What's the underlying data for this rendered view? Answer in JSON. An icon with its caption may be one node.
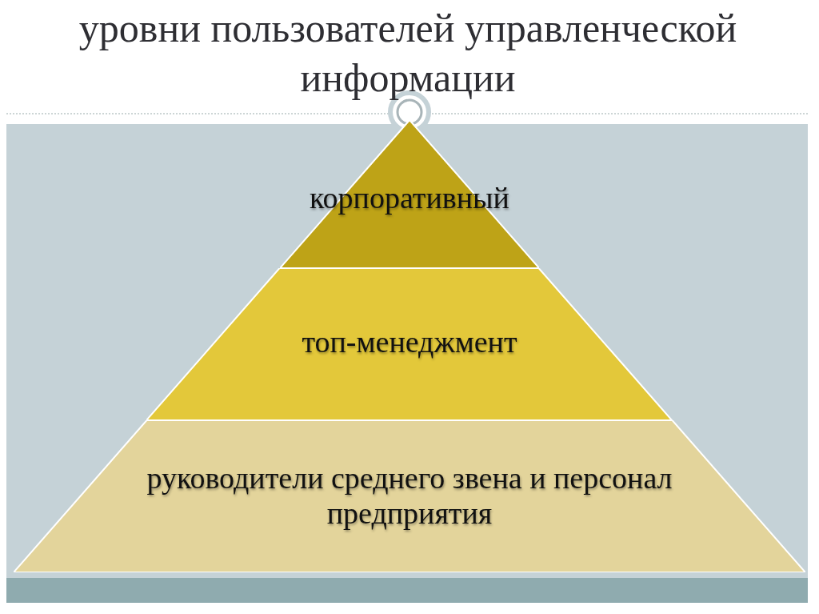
{
  "diagram": {
    "title": "уровни пользователей управленческой информации",
    "nodes": [
      {
        "text": [
          "корпоративный"
        ]
      },
      {
        "text": [
          "топ-менеджмент"
        ]
      },
      {
        "text": [
          "руководители среднего звена и персонал предприятия"
        ]
      }
    ]
  }
}
